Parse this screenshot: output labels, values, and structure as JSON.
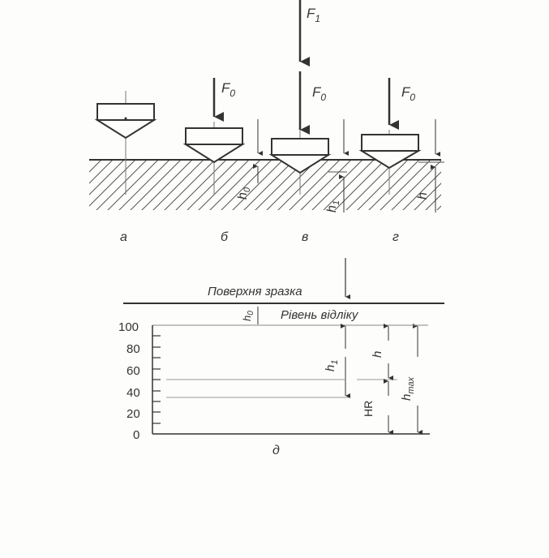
{
  "forces": {
    "f1": "F",
    "f1_sub": "1",
    "f0": "F",
    "f0_sub": "0"
  },
  "depths": {
    "h0": "h",
    "h0_sub": "0",
    "h1": "h",
    "h1_sub": "1",
    "h": "h",
    "hmax": "h",
    "hmax_sub": "max"
  },
  "stage_labels": [
    "а",
    "б",
    "в",
    "г",
    "д"
  ],
  "scale_labels": {
    "surface": "Поверхня зразка",
    "reference": "Рівень відліку",
    "hr": "HR",
    "ticks": [
      "100",
      "80",
      "60",
      "40",
      "20",
      "0"
    ]
  },
  "colors": {
    "ink": "#333333",
    "hatch": "#555555",
    "paper": "#fdfdfb"
  }
}
